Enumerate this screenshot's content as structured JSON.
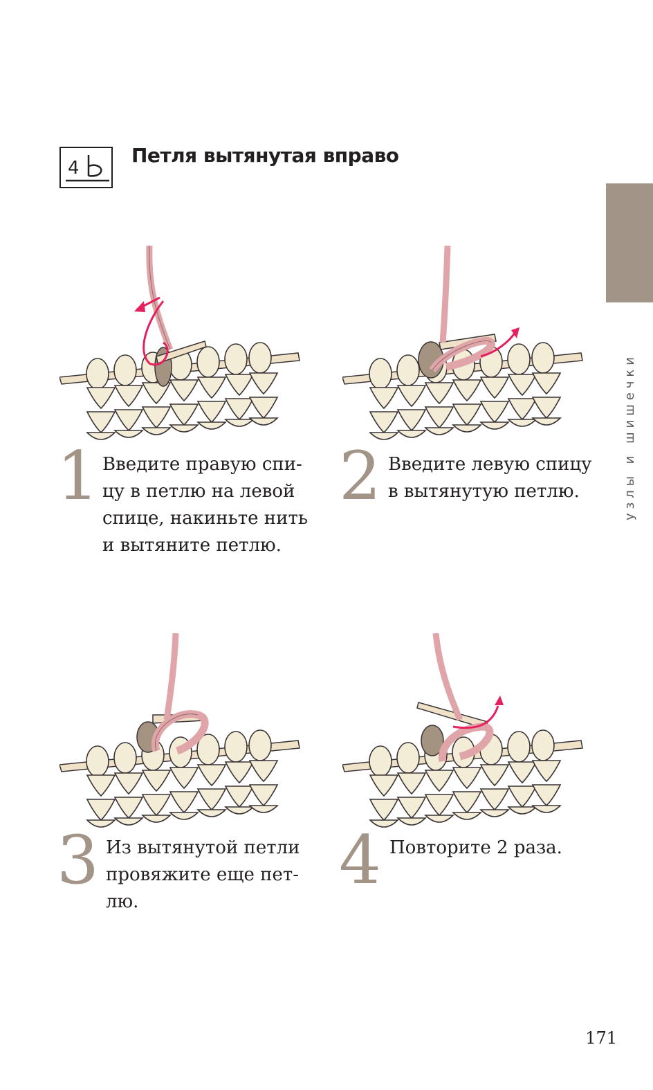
{
  "header": {
    "symbol_number": "4",
    "title": "Петля вытянутая вправо"
  },
  "side_tab": {
    "label": "узлы и шишечки",
    "color": "#a39488"
  },
  "colors": {
    "yarn_cream": "#f3ecd6",
    "yarn_outline": "#3a3335",
    "loop_pink": "#e0a5a8",
    "loop_taupe": "#a59382",
    "arrow_magenta": "#e5205f",
    "needle": "#efe2c9"
  },
  "steps": [
    {
      "number": "1",
      "lines": [
        "Введите правую спи-",
        "цу в петлю на левой",
        "спице, накиньте нить",
        "и вытяните петлю."
      ]
    },
    {
      "number": "2",
      "lines": [
        "Введите левую спицу",
        "в вытянутую петлю."
      ]
    },
    {
      "number": "3",
      "lines": [
        "Из вытянутой петли",
        "провяжите еще пет-",
        "лю."
      ]
    },
    {
      "number": "4",
      "lines": [
        "Повторите 2 раза."
      ]
    }
  ],
  "page_number": "171"
}
